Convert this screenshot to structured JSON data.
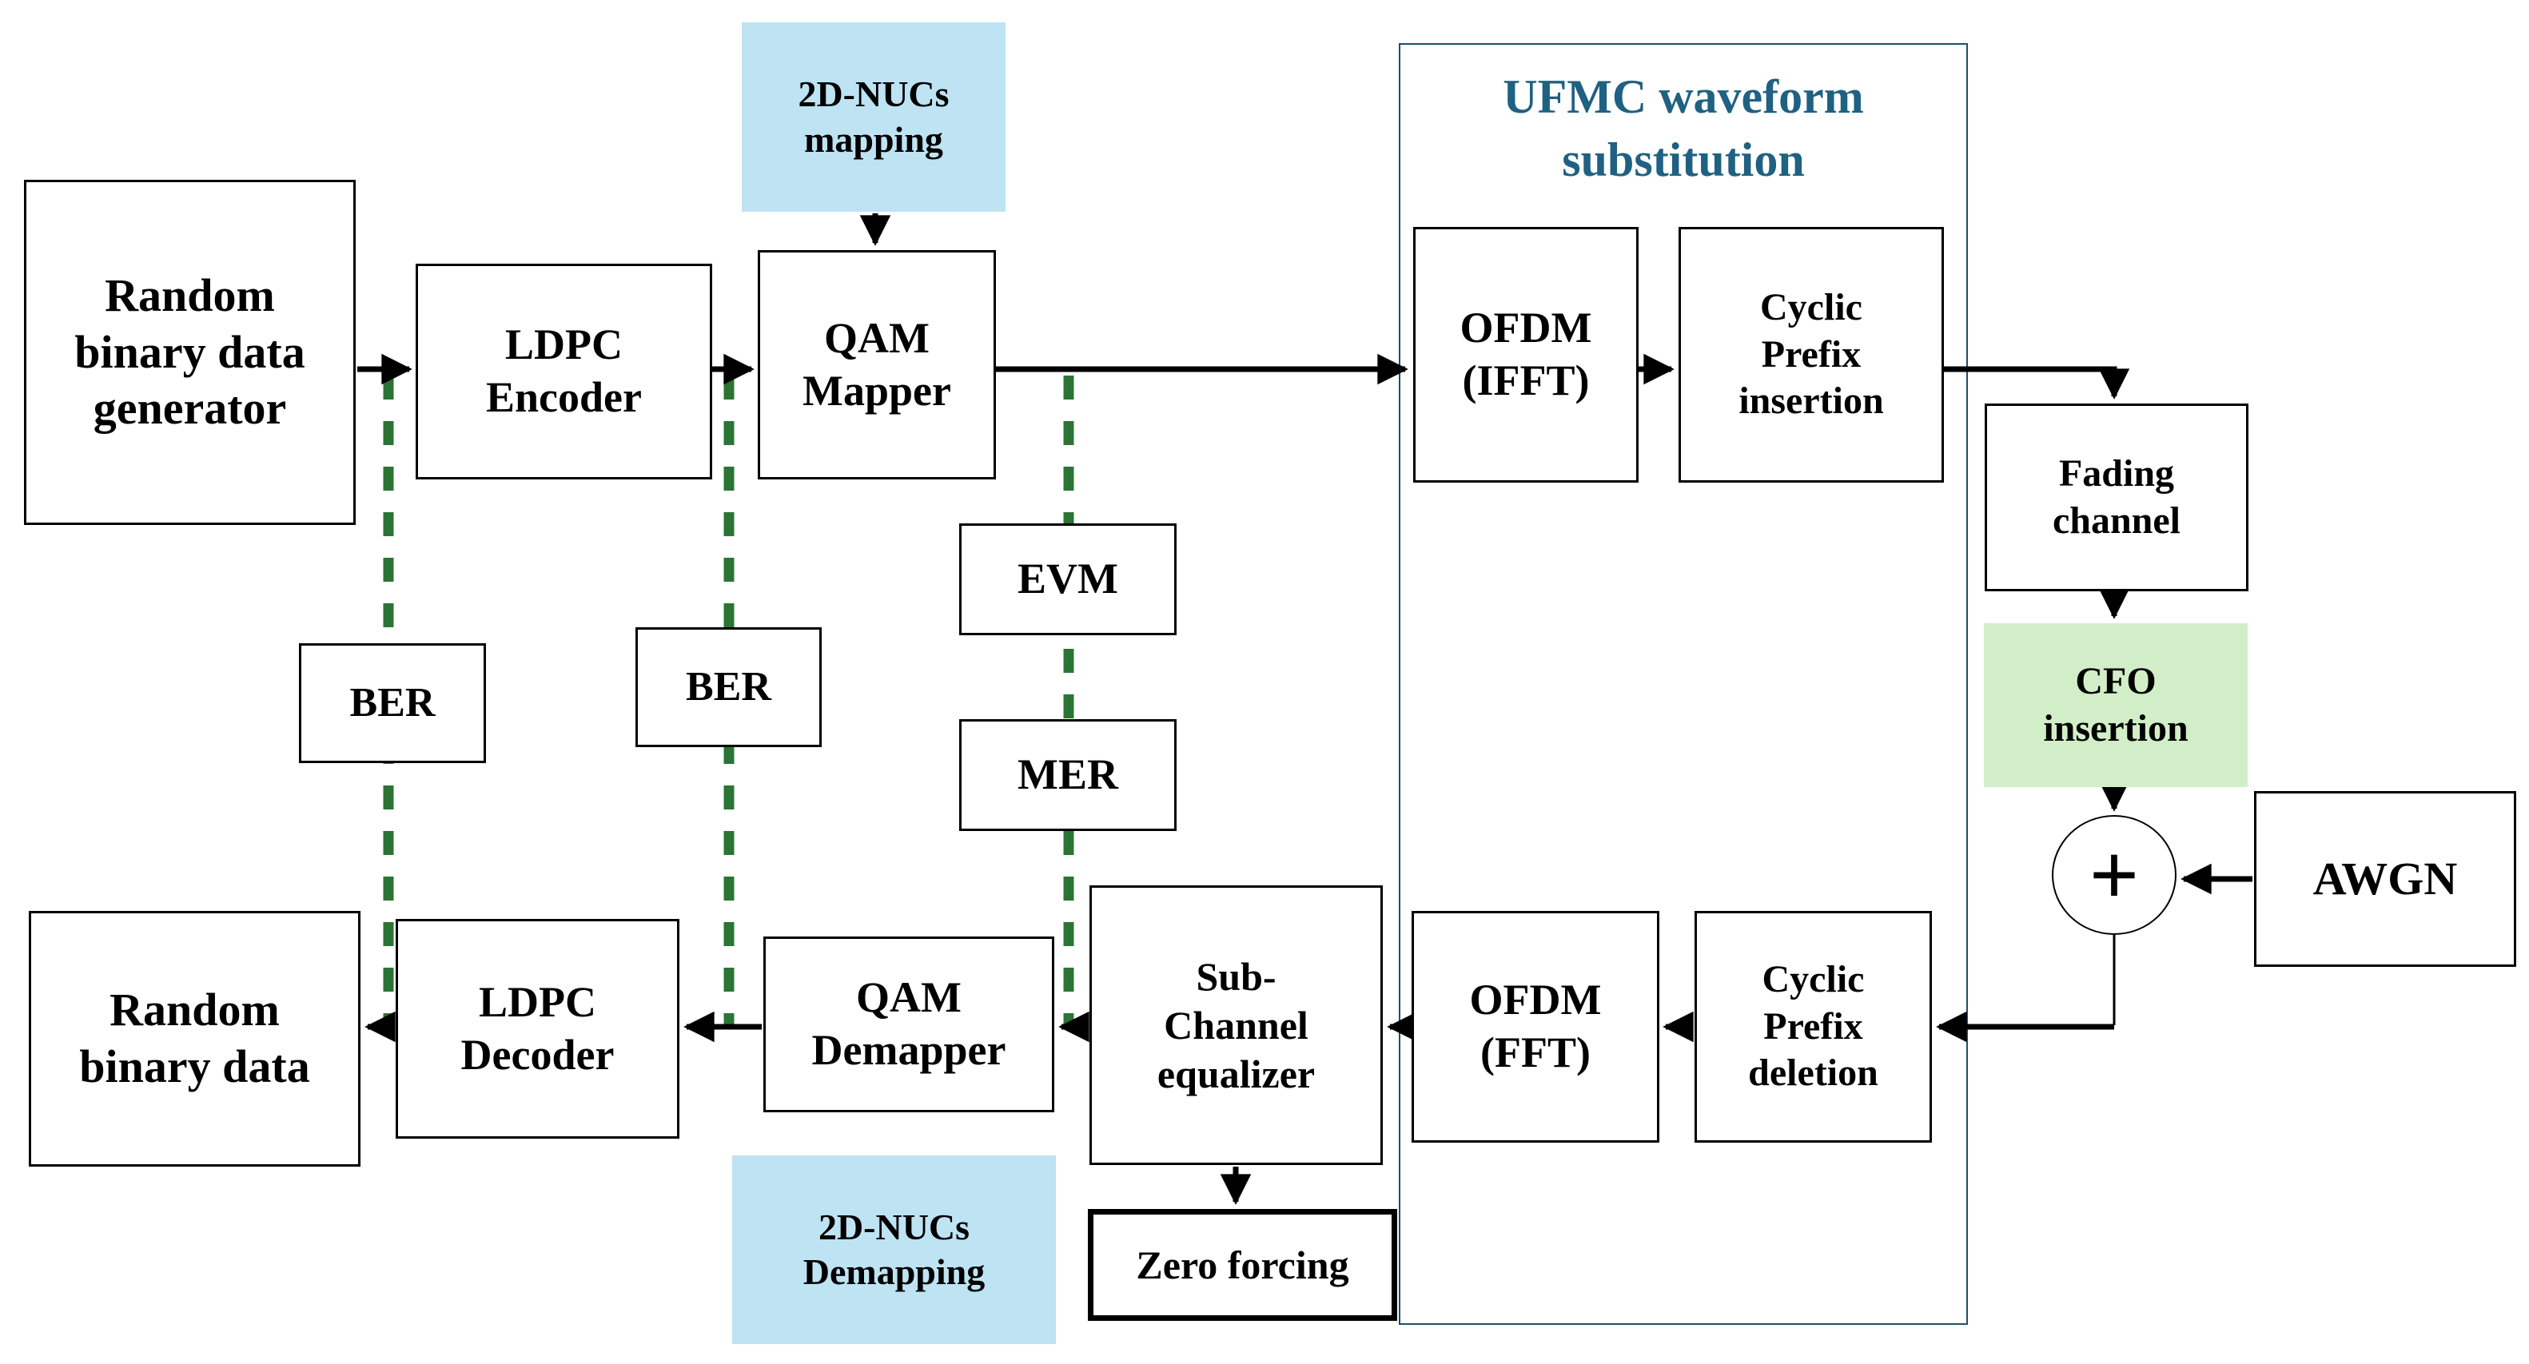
{
  "diagram": {
    "ufmc_group": {
      "title": "UFMC  waveform\nsubstitution"
    },
    "boxes": {
      "random_binary_generator": {
        "label": "Random\nbinary data\ngenerator"
      },
      "ldpc_encoder": {
        "label": "LDPC\nEncoder"
      },
      "qam_mapper": {
        "label": "QAM\nMapper"
      },
      "nucs_mapping": {
        "label": "2D-NUCs\nmapping"
      },
      "ofdm_ifft": {
        "label": "OFDM\n(IFFT)"
      },
      "cyclic_prefix_insertion": {
        "label": "Cyclic\nPrefix\ninsertion"
      },
      "fading_channel": {
        "label": "Fading\nchannel"
      },
      "cfo_insertion": {
        "label": "CFO\ninsertion"
      },
      "adder": {
        "label": "+"
      },
      "awgn": {
        "label": "AWGN"
      },
      "ber_left": {
        "label": "BER"
      },
      "ber_right": {
        "label": "BER"
      },
      "evm": {
        "label": "EVM"
      },
      "mer": {
        "label": "MER"
      },
      "random_binary_data": {
        "label": "Random\nbinary data"
      },
      "ldpc_decoder": {
        "label": "LDPC\nDecoder"
      },
      "qam_demapper": {
        "label": "QAM\nDemapper"
      },
      "subchannel_equalizer": {
        "label": "Sub-\nChannel\nequalizer"
      },
      "ofdm_fft": {
        "label": "OFDM\n(FFT)"
      },
      "cyclic_prefix_deletion": {
        "label": "Cyclic\nPrefix\ndeletion"
      },
      "zero_forcing": {
        "label": "Zero forcing"
      },
      "nucs_demapping": {
        "label": "2D-NUCs\nDemapping"
      }
    },
    "colors": {
      "accent_blue_fill": "#BEE3F2",
      "accent_green_fill": "#D2EEC9",
      "ufmc_border": "#1D5068",
      "ufmc_title_text": "#1F6182",
      "dashed_line_green": "#2B7434",
      "arrow_black": "#000000",
      "box_border": "#000000"
    }
  }
}
